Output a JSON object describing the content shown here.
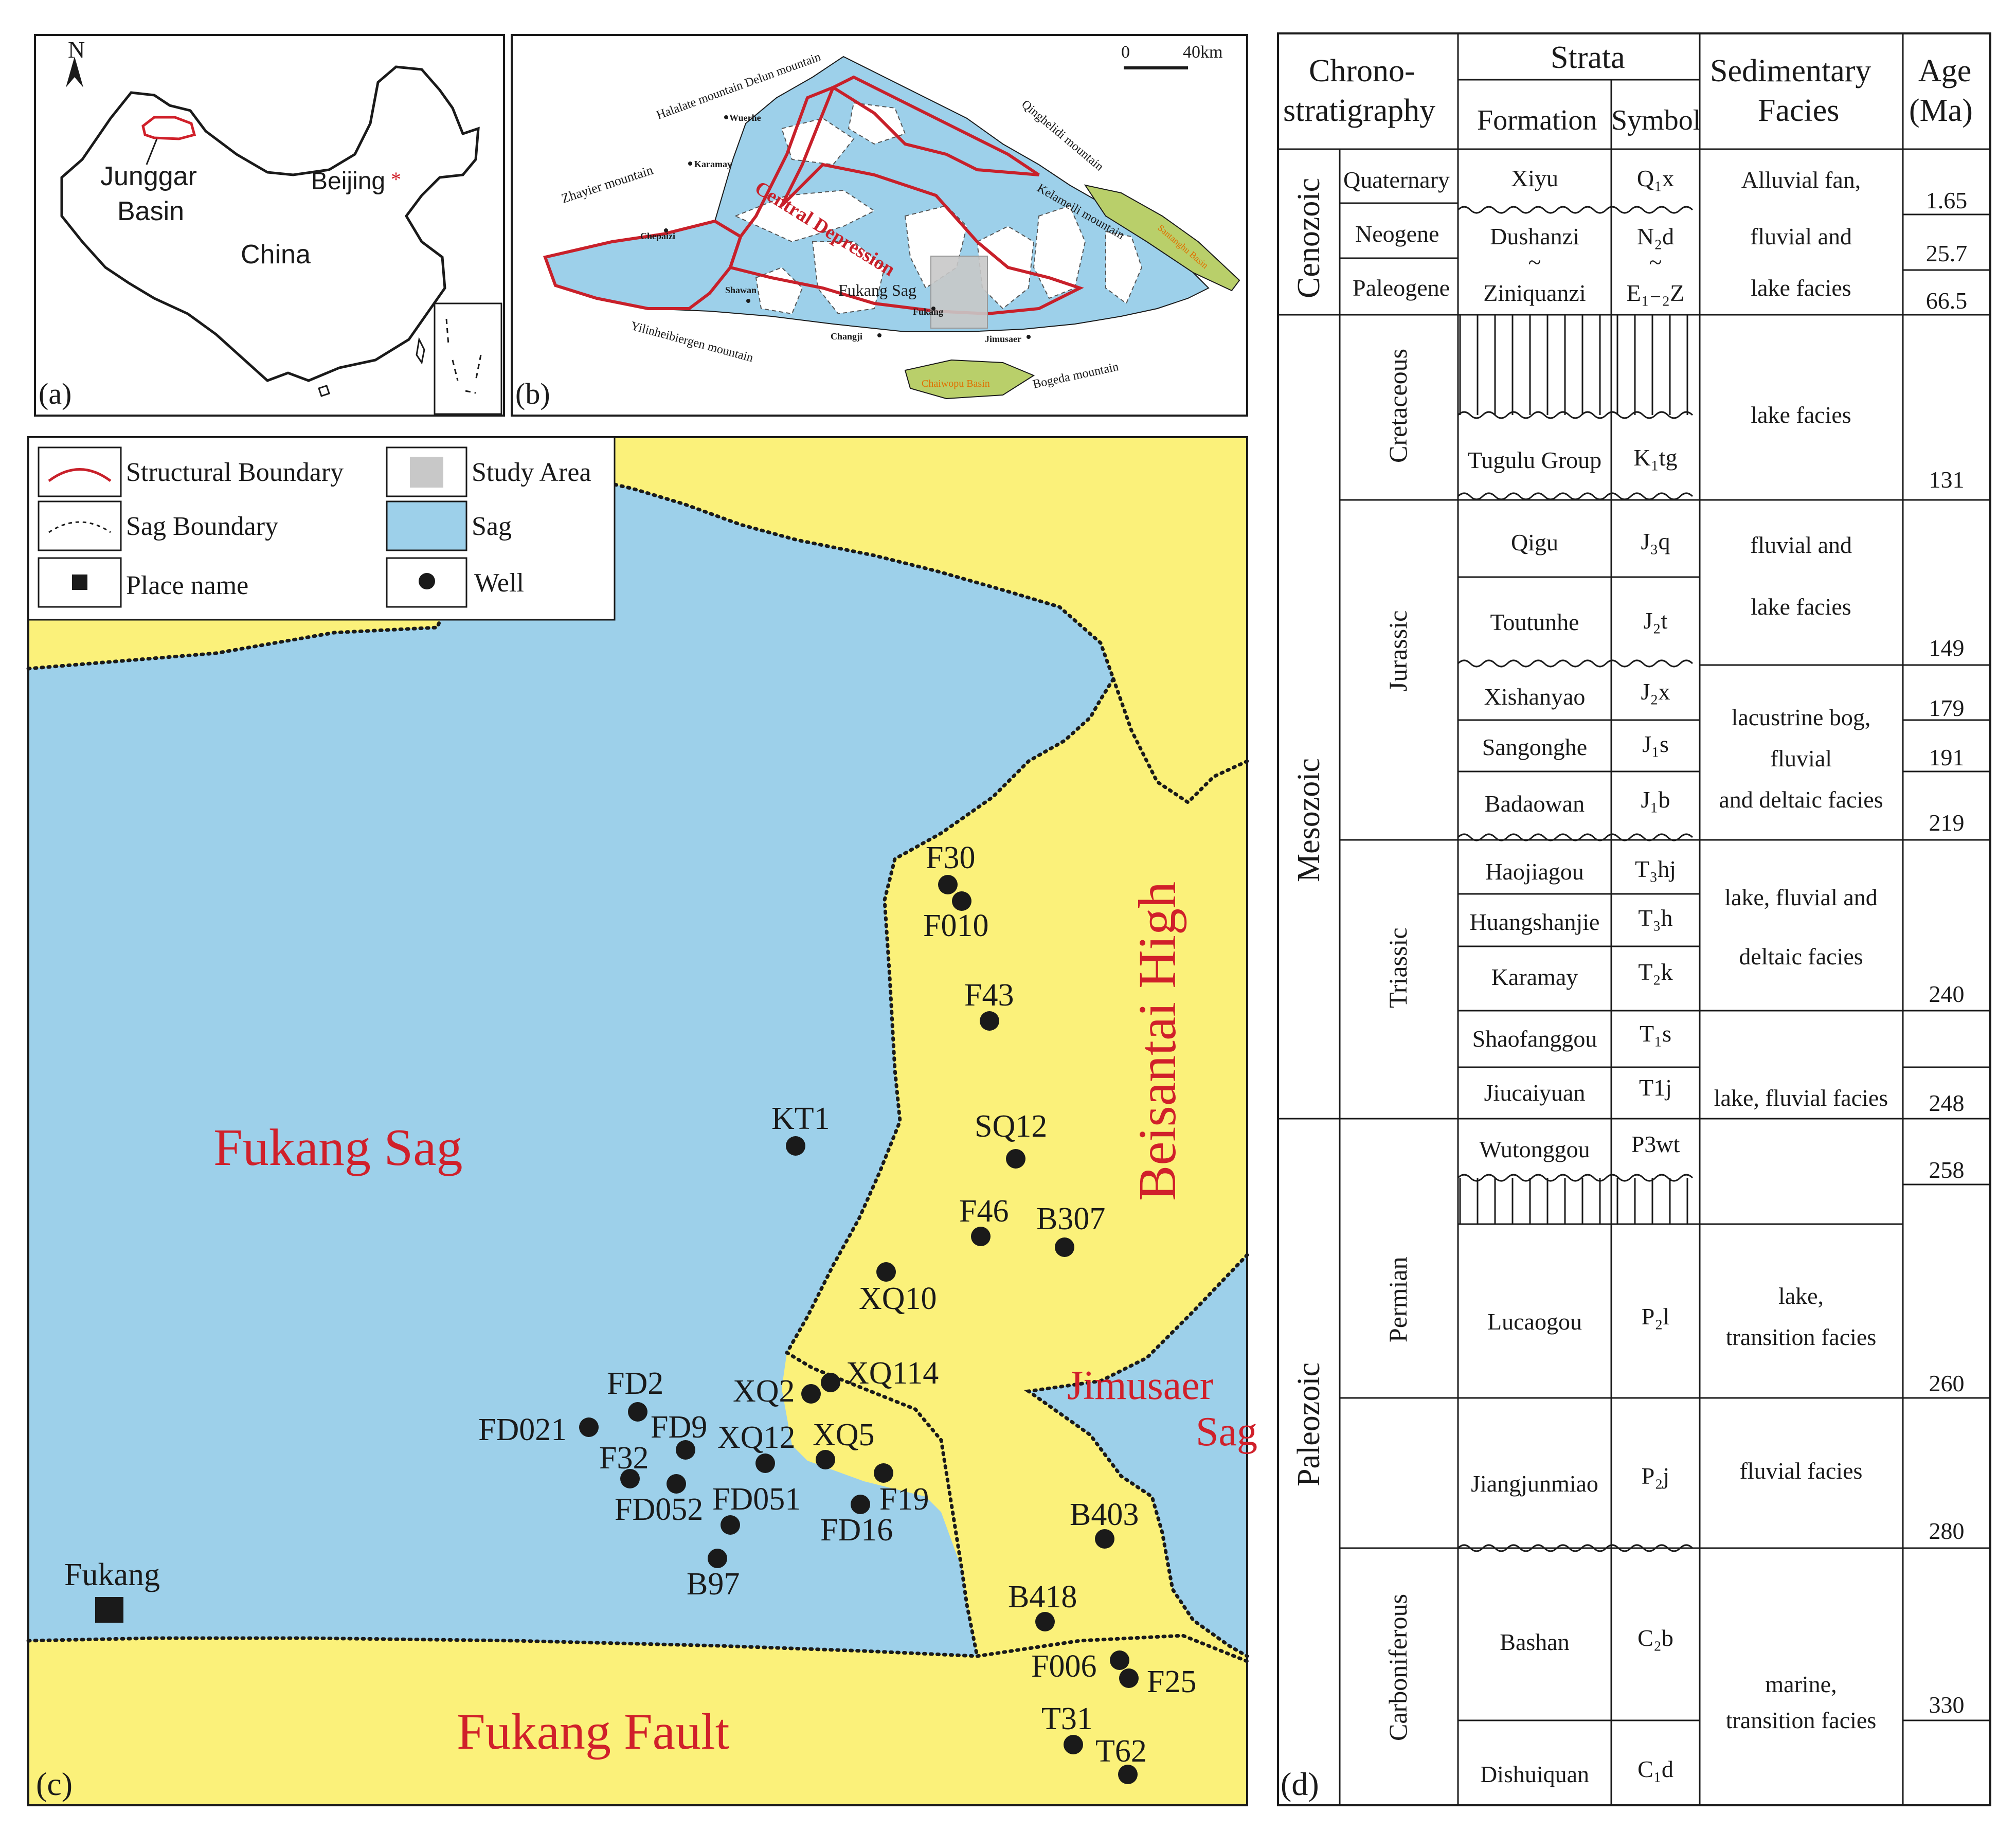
{
  "panel_labels": {
    "a": "(a)",
    "b": "(b)",
    "c": "(c)",
    "d": "(d)"
  },
  "colors": {
    "sag_blue": "#9dd0ea",
    "high_yellow": "#fbf17a",
    "boundary_red": "#c8202a",
    "label_red": "#d0202a",
    "basin_green": "#b9cf6a",
    "ink": "#1a1a1a"
  },
  "panel_a": {
    "north": "N",
    "basin_name_line1": "Junggar",
    "basin_name_line2": "Basin",
    "capital": "Beijing",
    "capital_marker": "*",
    "country": "China"
  },
  "panel_b": {
    "scale_zero": "0",
    "scale_distance": "40km",
    "mountains": [
      "Halalate mountain Delun mountain",
      "Qinghelidi mountain",
      "Zhayier mountain",
      "Kelameili mountain",
      "Yilinheibiergen mountain",
      "Bogeda mountain"
    ],
    "places": [
      "Wuerhe",
      "Karamay",
      "Chepaizi",
      "Shawan",
      "Changji",
      "Fukang",
      "Jimusaer"
    ],
    "central_depression": "Central Depression",
    "fukang_sag": "Fukang Sag",
    "ruins_basin": "Santanghu Basin",
    "chaiwopu_basin": "Chaiwopu Basin"
  },
  "legend": [
    {
      "symbol": "structural-boundary",
      "label": "Structural Boundary"
    },
    {
      "symbol": "study-area",
      "label": "Study Area"
    },
    {
      "symbol": "sag-boundary",
      "label": "Sag Boundary"
    },
    {
      "symbol": "sag",
      "label": "Sag"
    },
    {
      "symbol": "place-name",
      "label": "Place name"
    },
    {
      "symbol": "well",
      "label": "Well"
    }
  ],
  "panel_c": {
    "fukang_sag": "Fukang Sag",
    "beisantai_high": "Beisantai High",
    "jimusaer_line1": "Jimusaer",
    "jimusaer_line2": "Sag",
    "fukang_fault": "Fukang Fault",
    "place": "Fukang",
    "wells": [
      "F30",
      "F010",
      "F43",
      "KT1",
      "SQ12",
      "F46",
      "B307",
      "XQ10",
      "XQ114",
      "XQ2",
      "FD2",
      "FD021",
      "FD9",
      "XQ12",
      "XQ5",
      "F32",
      "FD052",
      "FD051",
      "F19",
      "FD16",
      "B97",
      "B403",
      "B418",
      "F006",
      "F25",
      "T31",
      "T62"
    ]
  },
  "stratigraphy": {
    "headers": {
      "chrono_line1": "Chrono-",
      "chrono_line2": "stratigraphy",
      "strata": "Strata",
      "formation": "Formation",
      "symbol": "Symbol",
      "facies_line1": "Sedimentary",
      "facies_line2": "Facies",
      "age_line1": "Age",
      "age_line2": "(Ma)"
    },
    "eras": [
      "Cenozoic",
      "Mesozoic",
      "Paleozoic"
    ],
    "periods": [
      "Quaternary",
      "Neogene",
      "Paleogene",
      "Cretaceous",
      "Jurassic",
      "Triassic",
      "Permian",
      "Carboniferous"
    ],
    "formations": [
      {
        "name": "Xiyu",
        "symbol": "Q₁x"
      },
      {
        "name": "Dushanzi",
        "symbol": "N₂d"
      },
      {
        "name": "~",
        "symbol": "~"
      },
      {
        "name": "Ziniquanzi",
        "symbol": "E₁₋₂Z"
      },
      {
        "name": "Tugulu  Group",
        "symbol": "K₁tg"
      },
      {
        "name": "Qigu",
        "symbol": "J₃q"
      },
      {
        "name": "Toutunhe",
        "symbol": "J₂t"
      },
      {
        "name": "Xishanyao",
        "symbol": "J₂x"
      },
      {
        "name": "Sangonghe",
        "symbol": "J₁s"
      },
      {
        "name": "Badaowan",
        "symbol": "J₁b"
      },
      {
        "name": "Haojiagou",
        "symbol": "T₃hj"
      },
      {
        "name": "Huangshanjie",
        "symbol": "T₃h"
      },
      {
        "name": "Karamay",
        "symbol": "T₂k"
      },
      {
        "name": "Shaofanggou",
        "symbol": "T₁s"
      },
      {
        "name": "Jiucaiyuan",
        "symbol": "T1j"
      },
      {
        "name": "Wutonggou",
        "symbol": "P3wt"
      },
      {
        "name": "Lucaogou",
        "symbol": "P₂l"
      },
      {
        "name": "Jiangjunmiao",
        "symbol": "P₂j"
      },
      {
        "name": "Bashan",
        "symbol": "C₂b"
      },
      {
        "name": "Dishuiquan",
        "symbol": "C₁d"
      }
    ],
    "facies": [
      "Alluvial fan,",
      "fluvial and",
      "lake facies",
      "lake facies",
      "fluvial and",
      "lake facies",
      "lacustrine bog,",
      "fluvial",
      "and deltaic facies",
      "lake, fluvial and",
      "deltaic facies",
      "lake, fluvial facies",
      "lake,",
      "transition facies",
      "fluvial facies",
      "marine,",
      "transition facies"
    ],
    "ages": [
      "1.65",
      "25.7",
      "66.5",
      "131",
      "149",
      "179",
      "191",
      "219",
      "240",
      "248",
      "258",
      "260",
      "280",
      "330"
    ]
  }
}
